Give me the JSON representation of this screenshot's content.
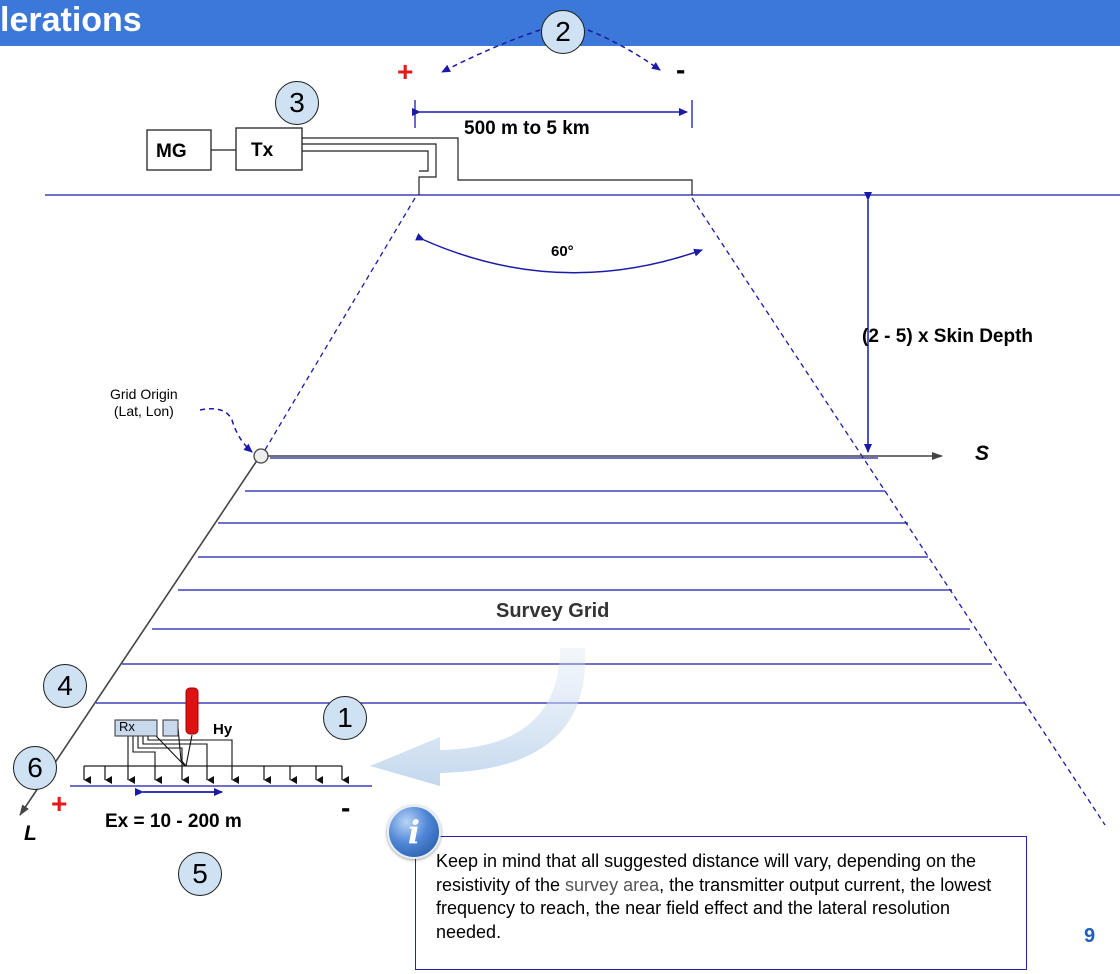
{
  "header": {
    "title": "lerations"
  },
  "numbers": {
    "n1": "1",
    "n2": "2",
    "n3": "3",
    "n4": "4",
    "n5": "5",
    "n6": "6"
  },
  "transmitter": {
    "mg_label": "MG",
    "tx_label": "Tx",
    "dipole_length": "500 m to 5 km",
    "plus": "+",
    "minus": "-"
  },
  "geometry_labels": {
    "angle": "60°",
    "depth": "(2 - 5) x Skin Depth",
    "grid_origin_line1": "Grid Origin",
    "grid_origin_line2": "(Lat, Lon)",
    "axis_s": "S",
    "axis_l": "L",
    "survey_grid": "Survey Grid"
  },
  "receiver": {
    "rx_label": "Rx",
    "hy_label": "Hy",
    "ex_range": "Ex = 10 - 200 m",
    "plus": "+",
    "minus": "-"
  },
  "note": {
    "text_before_link": "Keep in mind that all suggested distance will vary, depending on the resistivity of the ",
    "link_text": "survey area",
    "text_after_link": ", the transmitter output current, the lowest frequency to reach, the near field effect and the lateral resolution needed."
  },
  "page_number": "9",
  "colors": {
    "header_blue": "#3c78d8",
    "line_blue": "#1a1aaa",
    "circle_fill": "#cfe2f3",
    "plus_red": "#e21a1a",
    "hy_red": "#dd1111",
    "page_num_blue": "#1f5fbf"
  }
}
